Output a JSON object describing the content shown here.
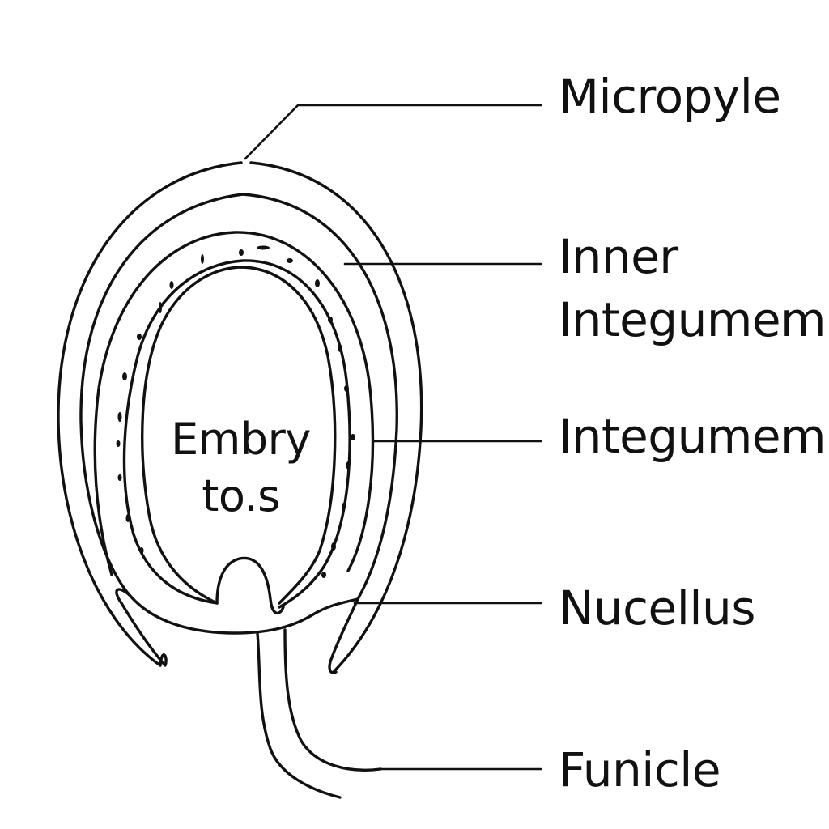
{
  "labels": {
    "micropyle": "Micropyle",
    "inner_line1": "Inner",
    "inner_line2": "Integumem",
    "integument": "Integumem",
    "nucellus": "Nucellus",
    "funicle": "Funicle"
  },
  "center": {
    "line1": "Embry",
    "line2": "to.s"
  },
  "colors": {
    "stroke": "#111111",
    "background": "#ffffff"
  }
}
